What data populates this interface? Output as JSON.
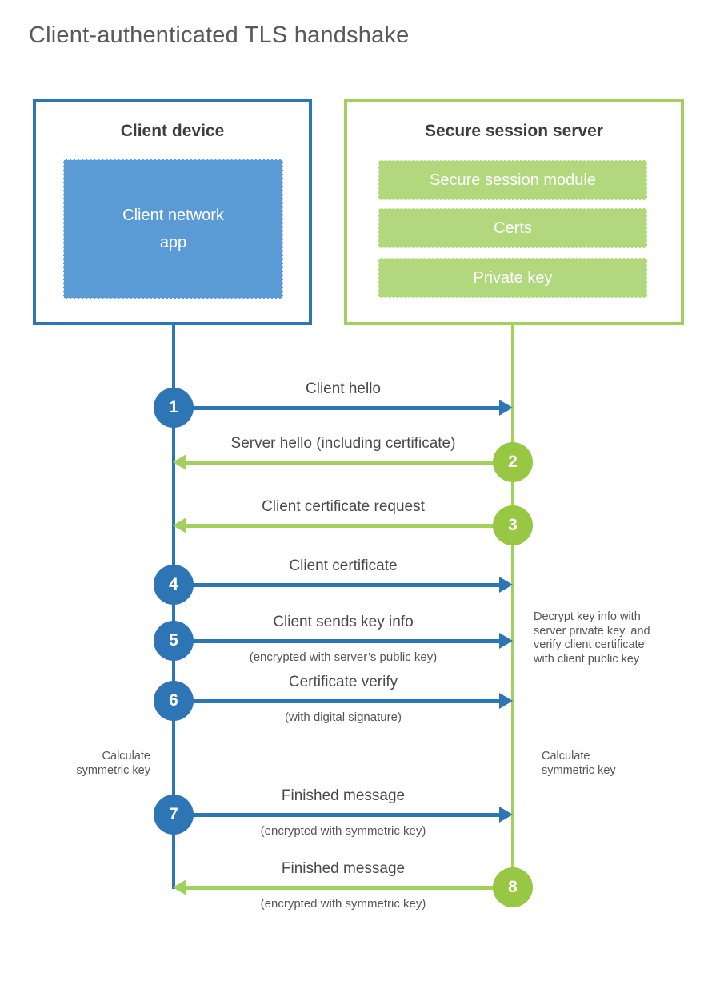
{
  "title": "Client-authenticated TLS handshake",
  "colors": {
    "blue": "#2e75b6",
    "blue_fill": "#5b9bd5",
    "green": "#a2d05c",
    "green_circle": "#98c843",
    "green_fill": "#b2d87d",
    "text_dark": "#3d3d3d",
    "text_label": "#4a4a4a",
    "text_note": "#565656",
    "title_gray": "#58595b"
  },
  "client_box": {
    "title": "Client device",
    "app_label_line1": "Client network",
    "app_label_line2": "app"
  },
  "server_box": {
    "title": "Secure session server",
    "modules": [
      "Secure session module",
      "Certs",
      "Private key"
    ]
  },
  "messages": [
    {
      "num": "1",
      "label": "Client hello",
      "sub": "",
      "direction": "right",
      "color": "blue"
    },
    {
      "num": "2",
      "label": "Server hello (including certificate)",
      "sub": "",
      "direction": "left",
      "color": "green"
    },
    {
      "num": "3",
      "label": "Client certificate request",
      "sub": "",
      "direction": "left",
      "color": "green"
    },
    {
      "num": "4",
      "label": "Client certificate",
      "sub": "",
      "direction": "right",
      "color": "blue"
    },
    {
      "num": "5",
      "label": "Client sends key info",
      "sub": "(encrypted with server’s public key)",
      "direction": "right",
      "color": "blue"
    },
    {
      "num": "6",
      "label": "Certificate verify",
      "sub": "(with digital signature)",
      "direction": "right",
      "color": "blue"
    },
    {
      "num": "7",
      "label": "Finished message",
      "sub": "(encrypted with symmetric key)",
      "direction": "right",
      "color": "blue"
    },
    {
      "num": "8",
      "label": "Finished message",
      "sub": "(encrypted with symmetric key)",
      "direction": "left",
      "color": "green"
    }
  ],
  "notes": {
    "decrypt": {
      "lines": [
        "Decrypt key info with",
        "server private key, and",
        "verify client certificate",
        "with client public key"
      ]
    },
    "calc_left": {
      "lines": [
        "Calculate",
        "symmetric key"
      ]
    },
    "calc_right": {
      "lines": [
        "Calculate",
        "symmetric key"
      ]
    }
  }
}
